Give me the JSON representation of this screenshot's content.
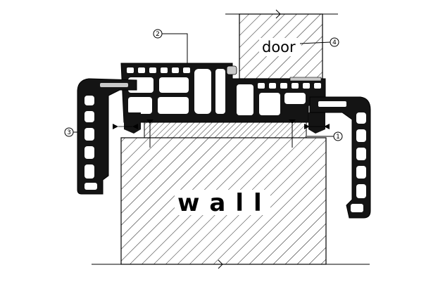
{
  "labels": {
    "door": "door",
    "wall": "wall",
    "callout_1": "1",
    "callout_2": "2",
    "callout_3": "3",
    "callout_4": "4"
  },
  "colors": {
    "background": "#ffffff",
    "line": "#000000",
    "profile": "#141414",
    "cavity": "#ffffff",
    "hatch": "#000000",
    "seal": "#c9c9c9"
  }
}
